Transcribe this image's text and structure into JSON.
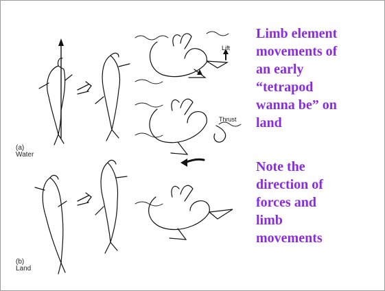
{
  "heading_lines": [
    "Limb element",
    "movements of",
    "an early",
    "“tetrapod",
    "wanna be” on",
    "land"
  ],
  "note_lines": [
    "Note the",
    "direction of",
    "forces and",
    "limb",
    "movements"
  ],
  "figure": {
    "panel_a": {
      "letter": "(a)",
      "name": "Water"
    },
    "panel_b": {
      "letter": "(b)",
      "name": "Land"
    },
    "labels": {
      "lift": "Lift",
      "thrust": "Thrust"
    }
  },
  "colors": {
    "text_accent": "#8a2be2",
    "line": "#111111",
    "border": "#9a9a9a"
  }
}
